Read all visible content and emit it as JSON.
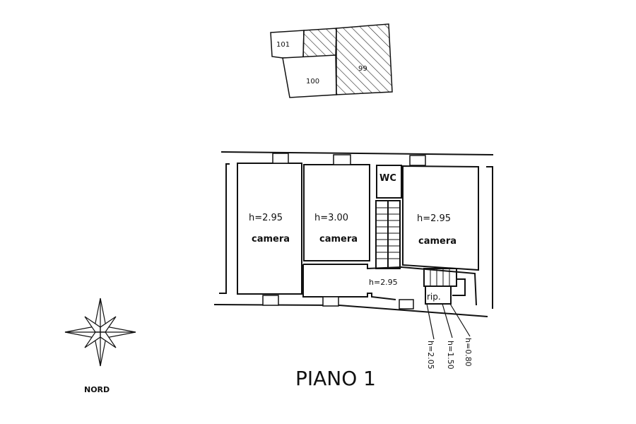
{
  "cadastral": {
    "parcels": [
      "101",
      "100",
      "99"
    ]
  },
  "rooms": [
    {
      "name": "camera",
      "height": "h=2.95"
    },
    {
      "name": "camera",
      "height": "h=3.00"
    },
    {
      "name": "camera",
      "height": "h=2.95"
    }
  ],
  "wc": "WC",
  "corridor_height": "h=2.95",
  "storage": "rip.",
  "callouts": [
    "h=2.05",
    "h=1.50",
    "h=0.80"
  ],
  "compass_label": "NORD",
  "floor_title": "PIANO 1"
}
